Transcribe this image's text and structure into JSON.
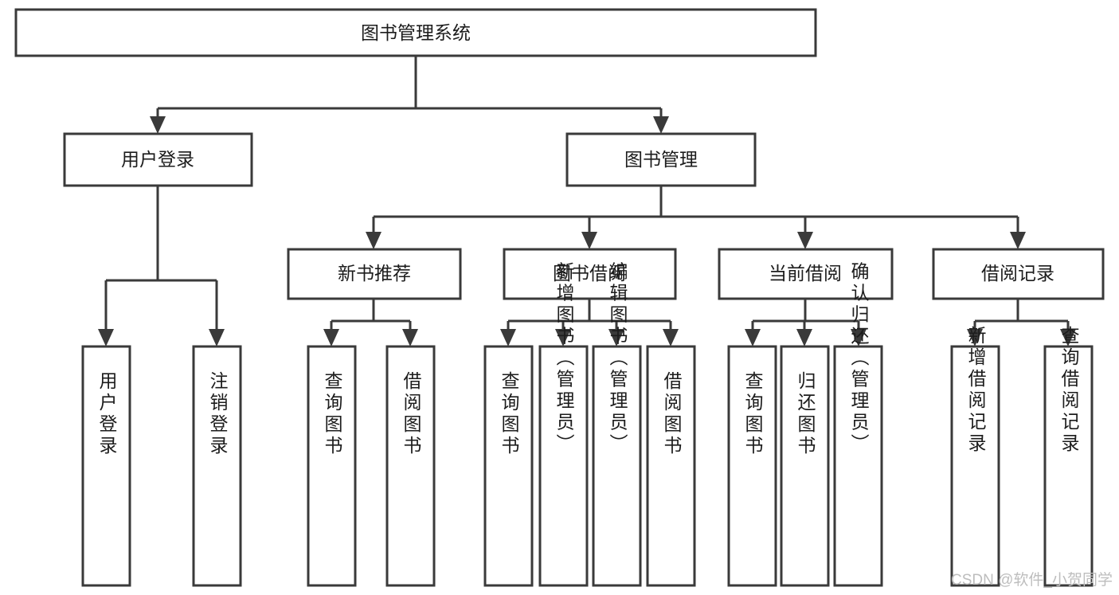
{
  "diagram": {
    "title": "图书管理系统",
    "type": "tree-hierarchy-chart",
    "colors": {
      "box_stroke": "#3a3a3a",
      "box_fill": "#ffffff",
      "text": "#1c1c1c",
      "connector": "#3a3a3a",
      "background": "#ffffff",
      "watermark": "#bdbdbd"
    },
    "root": {
      "label": "图书管理系统"
    },
    "level2": [
      {
        "label": "用户登录"
      },
      {
        "label": "图书管理"
      }
    ],
    "level3": [
      {
        "label": "新书推荐"
      },
      {
        "label": "图书借阅"
      },
      {
        "label": "当前借阅"
      },
      {
        "label": "借阅记录"
      }
    ],
    "leaves": {
      "user_login": [
        {
          "label": "用户登录"
        },
        {
          "label": "注销登录"
        }
      ],
      "new_book_recommend": [
        {
          "label": "查询图书"
        },
        {
          "label": "借阅图书"
        }
      ],
      "book_borrow": [
        {
          "label": "查询图书"
        },
        {
          "label": "新增图书（管理员）"
        },
        {
          "label": "编辑图书（管理员）"
        },
        {
          "label": "借阅图书"
        }
      ],
      "current_borrow": [
        {
          "label": "查询图书"
        },
        {
          "label": "归还图书"
        },
        {
          "label": "确认归还（管理员）"
        }
      ],
      "borrow_record": [
        {
          "label": "新增借阅记录"
        },
        {
          "label": "查询借阅记录"
        }
      ]
    },
    "watermark": "CSDN @软件_小贺同学"
  }
}
